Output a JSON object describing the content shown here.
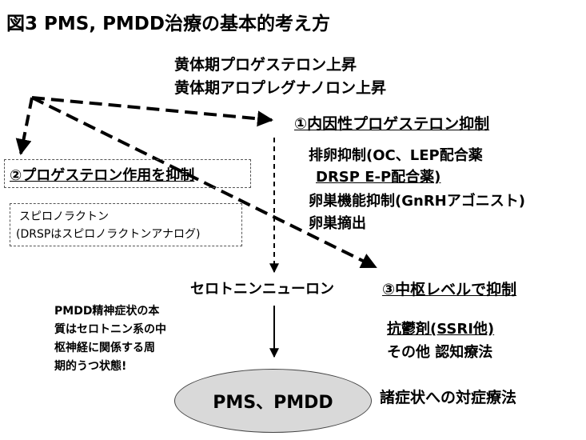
{
  "title": "図3  PMS, PMDD治療の基本的考え方",
  "top_lines": [
    "黄体期プロゲステロン上昇",
    "黄体期アロプレグナノロン上昇"
  ],
  "node1": {
    "heading": "①内因性プロゲステロン抑制",
    "items": [
      "排卵抑制(OC、LEP配合薬",
      "DRSP E-P配合薬)",
      "卵巣機能抑制(GnRHアゴニスト)",
      "卵巣摘出"
    ]
  },
  "node2": {
    "heading": "②プロゲステロン作用を抑制",
    "drug_lines": [
      "スピロノラクトン",
      "(DRSPはスピロノラクトンアナログ)"
    ]
  },
  "serotonin": "セロトニンニューロン",
  "node3": {
    "heading": "③中枢レベルで抑制",
    "items": [
      "抗鬱剤(SSRI他)",
      "その他  認知療法"
    ]
  },
  "pmdd_note": [
    "PMDD精神症状の本",
    "質はセロトニン系の中",
    "枢神経に関係する周",
    "期的うつ状態!"
  ],
  "ellipse_label": "PMS、PMDD",
  "symptomatic": "諸症状への対症療法"
}
